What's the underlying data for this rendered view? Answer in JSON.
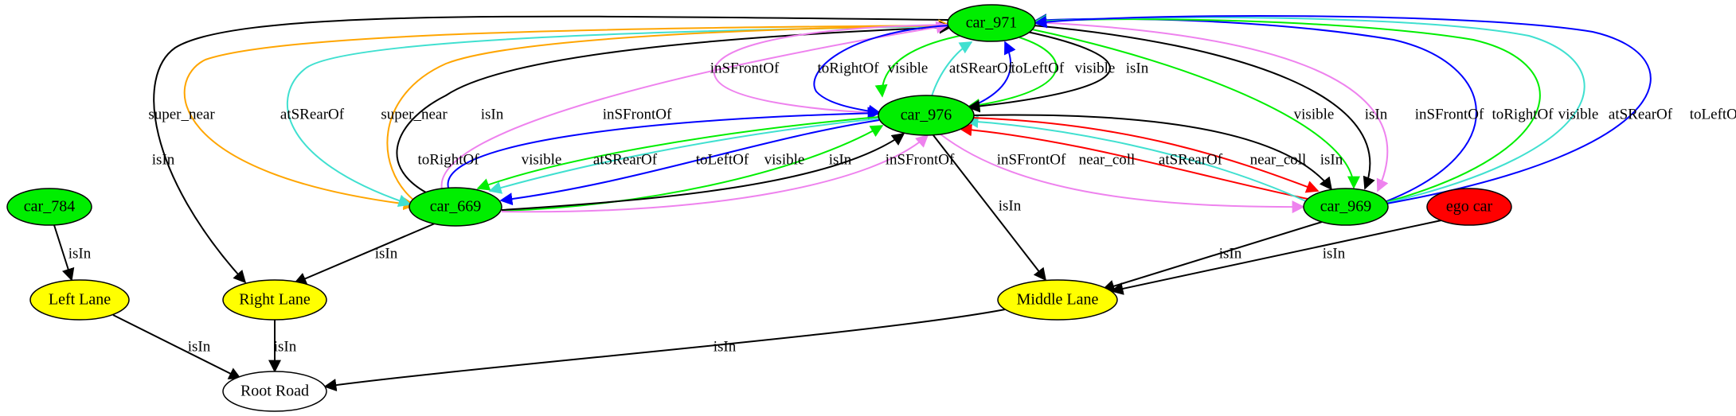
{
  "nodes": [
    {
      "id": "car_971",
      "label": "car_971",
      "fill": "#00ee00"
    },
    {
      "id": "car_976",
      "label": "car_976",
      "fill": "#00ee00"
    },
    {
      "id": "car_669",
      "label": "car_669",
      "fill": "#00ee00"
    },
    {
      "id": "car_969",
      "label": "car_969",
      "fill": "#00ee00"
    },
    {
      "id": "car_784",
      "label": "car_784",
      "fill": "#00ee00"
    },
    {
      "id": "ego_car",
      "label": "ego car",
      "fill": "#ff0000"
    },
    {
      "id": "left_lane",
      "label": "Left Lane",
      "fill": "#ffff00"
    },
    {
      "id": "right_lane",
      "label": "Right Lane",
      "fill": "#ffff00"
    },
    {
      "id": "middle_lane",
      "label": "Middle Lane",
      "fill": "#ffff00"
    },
    {
      "id": "root_road",
      "label": "Root Road",
      "fill": "#ffffff"
    }
  ],
  "edges": [
    {
      "id": "e1",
      "source": "car_971",
      "target": "right_lane",
      "label": "isIn",
      "color": "#000000"
    },
    {
      "id": "e2",
      "source": "car_971",
      "target": "car_669",
      "label": "super_near",
      "color": "#ffa500"
    },
    {
      "id": "e3",
      "source": "car_971",
      "target": "car_669",
      "label": "atSRearOf",
      "color": "#40e0d0"
    },
    {
      "id": "e4",
      "source": "car_669",
      "target": "car_971",
      "label": "super_near",
      "color": "#ffa500"
    },
    {
      "id": "e5",
      "source": "car_669",
      "target": "car_971",
      "label": "isIn",
      "color": "#000000"
    },
    {
      "id": "e6",
      "source": "car_669",
      "target": "car_971",
      "label": "inSFrontOf",
      "color": "#ee82ee"
    },
    {
      "id": "e7",
      "source": "car_971",
      "target": "car_976",
      "label": "inSFrontOf",
      "color": "#ee82ee"
    },
    {
      "id": "e8",
      "source": "car_971",
      "target": "car_976",
      "label": "toRightOf",
      "color": "#0000ff"
    },
    {
      "id": "e9",
      "source": "car_971",
      "target": "car_976",
      "label": "visible",
      "color": "#00ee00"
    },
    {
      "id": "e10",
      "source": "car_976",
      "target": "car_971",
      "label": "atSRearOf",
      "color": "#40e0d0"
    },
    {
      "id": "e11",
      "source": "car_976",
      "target": "car_971",
      "label": "toLeftOf",
      "color": "#0000ff"
    },
    {
      "id": "e12",
      "source": "car_971",
      "target": "car_976",
      "label": "visible",
      "color": "#00ee00"
    },
    {
      "id": "e13",
      "source": "car_971",
      "target": "car_976",
      "label": "isIn",
      "color": "#000000"
    },
    {
      "id": "e14",
      "source": "car_971",
      "target": "car_969",
      "label": "visible",
      "color": "#00ee00"
    },
    {
      "id": "e15",
      "source": "car_971",
      "target": "car_969",
      "label": "isIn",
      "color": "#000000"
    },
    {
      "id": "e16",
      "source": "car_971",
      "target": "car_969",
      "label": "inSFrontOf",
      "color": "#ee82ee"
    },
    {
      "id": "e17",
      "source": "car_969",
      "target": "car_971",
      "label": "toRightOf",
      "color": "#0000ff"
    },
    {
      "id": "e18",
      "source": "car_969",
      "target": "car_971",
      "label": "visible",
      "color": "#00ee00"
    },
    {
      "id": "e19",
      "source": "car_969",
      "target": "car_971",
      "label": "atSRearOf",
      "color": "#40e0d0"
    },
    {
      "id": "e20",
      "source": "car_969",
      "target": "car_971",
      "label": "toLeftOf",
      "color": "#0000ff"
    },
    {
      "id": "e21",
      "source": "car_669",
      "target": "car_976",
      "label": "toRightOf",
      "color": "#0000ff"
    },
    {
      "id": "e22",
      "source": "car_976",
      "target": "car_669",
      "label": "visible",
      "color": "#00ee00"
    },
    {
      "id": "e23",
      "source": "car_976",
      "target": "car_669",
      "label": "atSRearOf",
      "color": "#40e0d0"
    },
    {
      "id": "e24",
      "source": "car_976",
      "target": "car_669",
      "label": "toLeftOf",
      "color": "#0000ff"
    },
    {
      "id": "e25",
      "source": "car_669",
      "target": "car_976",
      "label": "visible",
      "color": "#00ee00"
    },
    {
      "id": "e26",
      "source": "car_669",
      "target": "car_976",
      "label": "isIn",
      "color": "#000000"
    },
    {
      "id": "e27",
      "source": "car_669",
      "target": "car_976",
      "label": "inSFrontOf",
      "color": "#ee82ee"
    },
    {
      "id": "e28",
      "source": "car_976",
      "target": "car_969",
      "label": "inSFrontOf",
      "color": "#ee82ee"
    },
    {
      "id": "e29",
      "source": "car_969",
      "target": "car_976",
      "label": "near_coll",
      "color": "#ff0000"
    },
    {
      "id": "e30",
      "source": "car_969",
      "target": "car_976",
      "label": "atSRearOf",
      "color": "#40e0d0"
    },
    {
      "id": "e31",
      "source": "car_976",
      "target": "car_969",
      "label": "near_coll",
      "color": "#ff0000"
    },
    {
      "id": "e32",
      "source": "car_976",
      "target": "car_969",
      "label": "isIn",
      "color": "#000000"
    },
    {
      "id": "e33",
      "source": "car_976",
      "target": "middle_lane",
      "label": "isIn",
      "color": "#000000"
    },
    {
      "id": "e34",
      "source": "car_669",
      "target": "right_lane",
      "label": "isIn",
      "color": "#000000"
    },
    {
      "id": "e35",
      "source": "car_784",
      "target": "left_lane",
      "label": "isIn",
      "color": "#000000"
    },
    {
      "id": "e36",
      "source": "car_969",
      "target": "middle_lane",
      "label": "isIn",
      "color": "#000000"
    },
    {
      "id": "e37",
      "source": "ego_car",
      "target": "middle_lane",
      "label": "isIn",
      "color": "#000000"
    },
    {
      "id": "e38",
      "source": "left_lane",
      "target": "root_road",
      "label": "isIn",
      "color": "#000000"
    },
    {
      "id": "e39",
      "source": "right_lane",
      "target": "root_road",
      "label": "isIn",
      "color": "#000000"
    },
    {
      "id": "e40",
      "source": "middle_lane",
      "target": "root_road",
      "label": "isIn",
      "color": "#000000"
    }
  ]
}
